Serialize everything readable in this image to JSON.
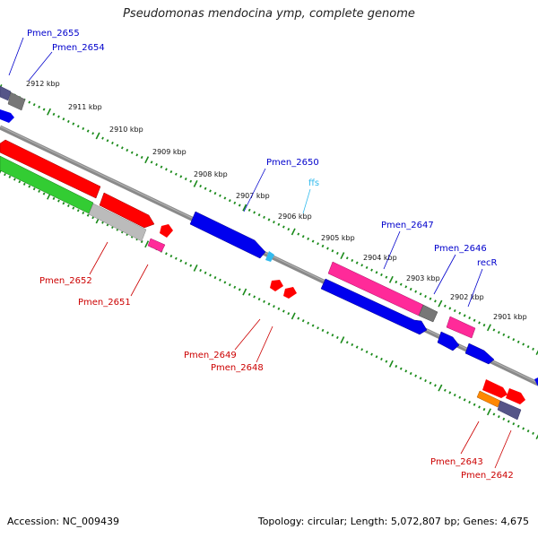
{
  "title": "Pseudomonas mendocina ymp, complete genome",
  "footer": {
    "accession": "Accession: NC_009439",
    "summary": "Topology: circular; Length: 5,072,807 bp; Genes: 4,675"
  },
  "colors": {
    "backbone": "#808080",
    "tick": "#1a8a1a",
    "label_top": "#0000cc",
    "label_bottom": "#cc0000",
    "label_rna": "#33bbee",
    "gene_red": "#ff0000",
    "gene_blue": "#0000ee",
    "gene_green": "#33cc33",
    "gene_magenta": "#ff2a99",
    "gene_grey": "#777777",
    "gene_lightgrey": "#bbbbbb",
    "gene_slate": "#555588",
    "gene_orange": "#ff8800",
    "rna_cyan": "#33bbee"
  },
  "kbp_labels": [
    "2912 kbp",
    "2911 kbp",
    "2910 kbp",
    "2909 kbp",
    "2908 kbp",
    "2907 kbp",
    "2906 kbp",
    "2905 kbp",
    "2904 kbp",
    "2903 kbp",
    "2902 kbp",
    "2901 kbp"
  ],
  "gene_labels_top": [
    "Pmen_2655",
    "Pmen_2654",
    "Pmen_2650",
    "Pmen_2647",
    "Pmen_2646",
    "recR"
  ],
  "gene_labels_bottom": [
    "Pmen_2652",
    "Pmen_2651",
    "Pmen_2649",
    "Pmen_2648",
    "Pmen_2643",
    "Pmen_2642"
  ],
  "rna_labels": [
    "ffs"
  ]
}
